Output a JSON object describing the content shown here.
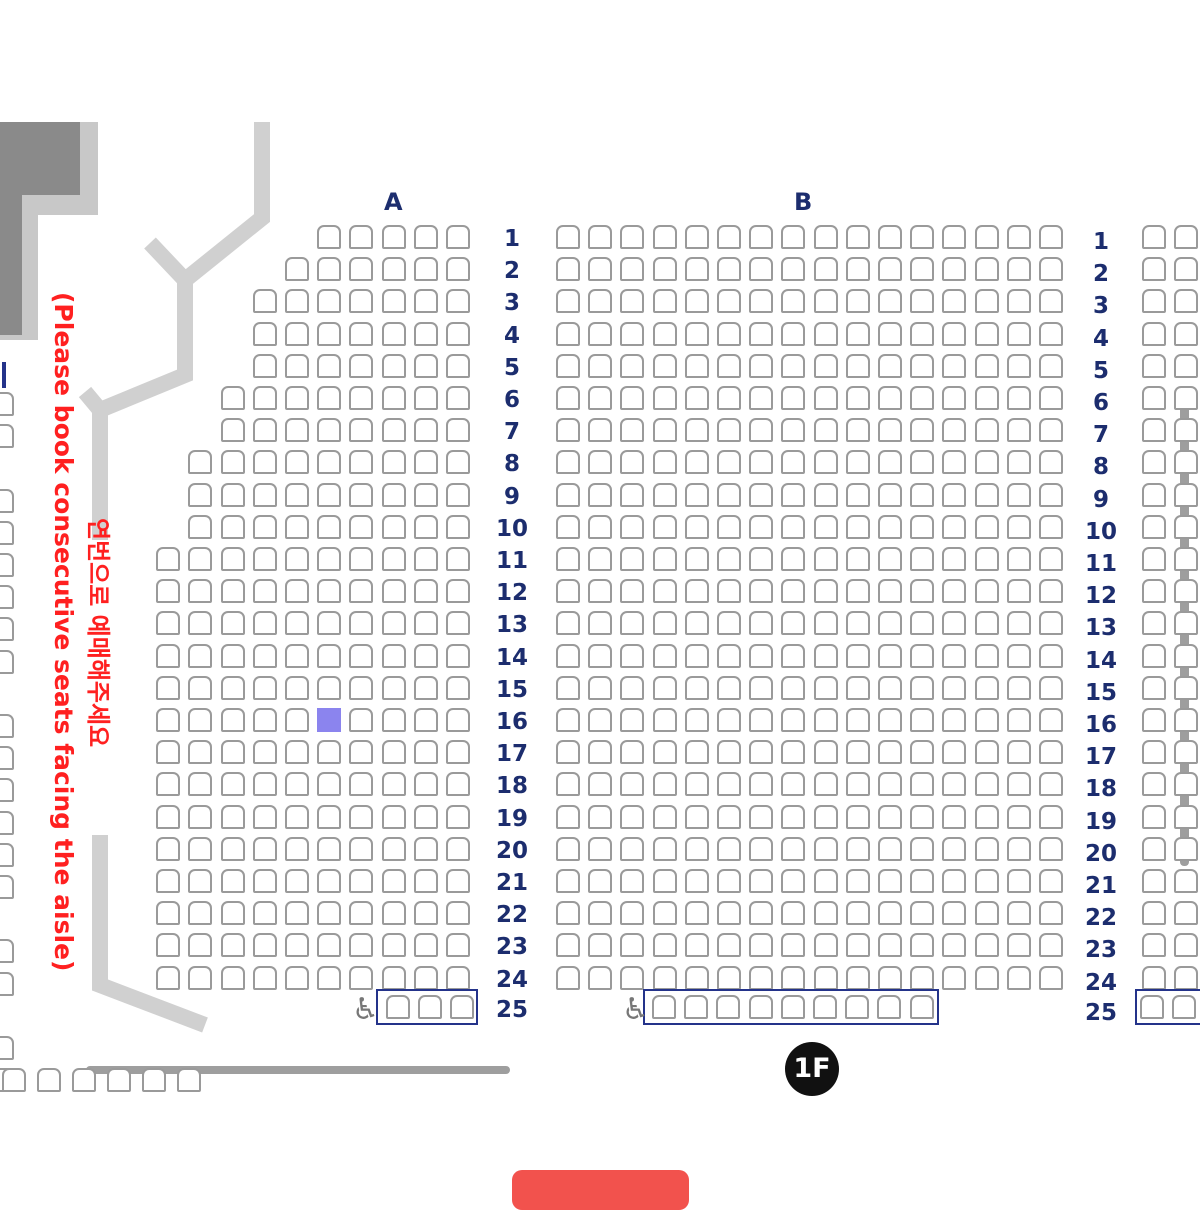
{
  "blocks": [
    {
      "label": "A"
    },
    {
      "label": "B"
    }
  ],
  "rows": [
    "1",
    "2",
    "3",
    "4",
    "5",
    "6",
    "7",
    "8",
    "9",
    "10",
    "11",
    "12",
    "13",
    "14",
    "15",
    "16",
    "17",
    "18",
    "19",
    "20",
    "21",
    "22",
    "23",
    "24",
    "25"
  ],
  "notice": {
    "korean": "연번으로 예매해주세요",
    "english": "(Please book consecutive seats facing the aisle)"
  },
  "floor_badge": "1F",
  "wheelchair_icon": "wheelchair-icon",
  "selected_seat": {
    "block": "A",
    "row": "16",
    "seat_from_aisle": 6
  },
  "colors": {
    "seat_outline": "#9a9a9a",
    "selected_seat": "#8b84ee",
    "row_label": "#1c2d6e",
    "notice": "#ff2020",
    "button": "#f2524d"
  }
}
